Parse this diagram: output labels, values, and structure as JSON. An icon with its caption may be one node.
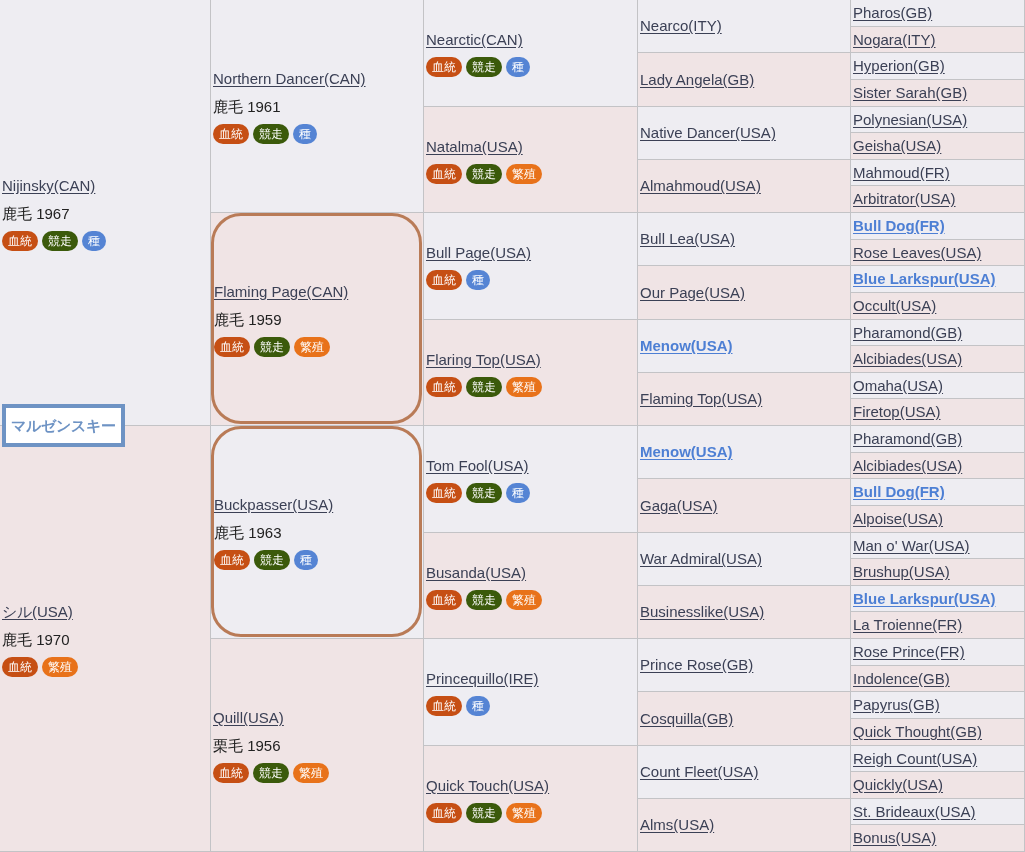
{
  "diagram": {
    "nodes": [
      {
        "text": [
          "マルゼンスキー"
        ]
      },
      {
        "text": [
          "Nijinsky(CAN)",
          "鹿毛 1967"
        ]
      },
      {
        "text": [
          "血統"
        ],
        "in": 1
      },
      {
        "text": [
          "競走"
        ],
        "in": 1
      },
      {
        "text": [
          "種"
        ],
        "in": 1
      },
      {
        "text": [
          "Northern Dancer(CAN)",
          "鹿毛 1961"
        ]
      },
      {
        "text": [
          "血統"
        ],
        "in": 5
      },
      {
        "text": [
          "競走"
        ],
        "in": 5
      },
      {
        "text": [
          "種"
        ],
        "in": 5
      },
      {
        "text": [
          "Nearctic(CAN)"
        ]
      },
      {
        "text": [
          "血統"
        ],
        "in": 9
      },
      {
        "text": [
          "競走"
        ],
        "in": 9
      },
      {
        "text": [
          "種"
        ],
        "in": 9
      },
      {
        "text": [
          "Nearco(ITY)"
        ]
      },
      {
        "text": [
          "Pharos(GB)"
        ]
      },
      {
        "text": [
          "Nogara(ITY)"
        ]
      },
      {
        "text": [
          "Lady Angela(GB)"
        ]
      },
      {
        "text": [
          "Hyperion(GB)"
        ]
      },
      {
        "text": [
          "Sister Sarah(GB)"
        ]
      },
      {
        "text": [
          "Natalma(USA)"
        ]
      },
      {
        "text": [
          "血統"
        ],
        "in": 19
      },
      {
        "text": [
          "競走"
        ],
        "in": 19
      },
      {
        "text": [
          "繁殖"
        ],
        "in": 19
      },
      {
        "text": [
          "Native Dancer(USA)"
        ]
      },
      {
        "text": [
          "Polynesian(USA)"
        ]
      },
      {
        "text": [
          "Geisha(USA)"
        ]
      },
      {
        "text": [
          "Almahmoud(USA)"
        ]
      },
      {
        "text": [
          "Mahmoud(FR)"
        ]
      },
      {
        "text": [
          "Arbitrator(USA)"
        ]
      },
      {
        "text": [],
        "shape": "box"
      },
      {
        "text": [
          "Flaming Page(CAN)",
          "鹿毛 1959"
        ],
        "in": 29
      },
      {
        "text": [
          "血統"
        ],
        "in": 30
      },
      {
        "text": [
          "競走"
        ],
        "in": 30
      },
      {
        "text": [
          "繁殖"
        ],
        "in": 30
      },
      {
        "text": [
          "Bull Page(USA)"
        ]
      },
      {
        "text": [
          "血統"
        ],
        "in": 34
      },
      {
        "text": [
          "種"
        ],
        "in": 34
      },
      {
        "text": [
          "Bull Lea(USA)"
        ]
      },
      {
        "text": [
          "Bull Dog(FR)"
        ]
      },
      {
        "text": [
          "Rose Leaves(USA)"
        ]
      },
      {
        "text": [
          "Our Page(USA)"
        ]
      },
      {
        "text": [
          "Blue Larkspur(USA)"
        ]
      },
      {
        "text": [
          "Occult(USA)"
        ]
      },
      {
        "text": [
          "Flaring Top(USA)"
        ]
      },
      {
        "text": [
          "血統"
        ],
        "in": 43
      },
      {
        "text": [
          "競走"
        ],
        "in": 43
      },
      {
        "text": [
          "繁殖"
        ],
        "in": 43
      },
      {
        "text": [
          "Menow(USA)"
        ]
      },
      {
        "text": [
          "Pharamond(GB)"
        ]
      },
      {
        "text": [
          "Alcibiades(USA)"
        ]
      },
      {
        "text": [
          "Flaming Top(USA)"
        ]
      },
      {
        "text": [
          "Omaha(USA)"
        ]
      },
      {
        "text": [
          "Firetop(USA)"
        ]
      },
      {
        "text": [
          "シル(USA)",
          "鹿毛 1970"
        ]
      },
      {
        "text": [
          "血統"
        ],
        "in": 53
      },
      {
        "text": [
          "繁殖"
        ],
        "in": 53
      },
      {
        "text": [],
        "shape": "box"
      },
      {
        "text": [
          "Buckpasser(USA)",
          "鹿毛 1963"
        ],
        "in": 56
      },
      {
        "text": [
          "血統"
        ],
        "in": 57
      },
      {
        "text": [
          "競走"
        ],
        "in": 57
      },
      {
        "text": [
          "種"
        ],
        "in": 57
      },
      {
        "text": [
          "Tom Fool(USA)"
        ]
      },
      {
        "text": [
          "血統"
        ],
        "in": 61
      },
      {
        "text": [
          "競走"
        ],
        "in": 61
      },
      {
        "text": [
          "種"
        ],
        "in": 61
      },
      {
        "text": [
          "Menow(USA)"
        ]
      },
      {
        "text": [
          "Pharamond(GB)"
        ]
      },
      {
        "text": [
          "Alcibiades(USA)"
        ]
      },
      {
        "text": [
          "Gaga(USA)"
        ]
      },
      {
        "text": [
          "Bull Dog(FR)"
        ]
      },
      {
        "text": [
          "Alpoise(USA)"
        ]
      },
      {
        "text": [
          "Busanda(USA)"
        ]
      },
      {
        "text": [
          "血統"
        ],
        "in": 71
      },
      {
        "text": [
          "競走"
        ],
        "in": 71
      },
      {
        "text": [
          "繁殖"
        ],
        "in": 71
      },
      {
        "text": [
          "War Admiral(USA)"
        ]
      },
      {
        "text": [
          "Man o' War(USA)"
        ]
      },
      {
        "text": [
          "Brushup(USA)"
        ]
      },
      {
        "text": [
          "Businesslike(USA)"
        ]
      },
      {
        "text": [
          "Blue Larkspur(USA)"
        ]
      },
      {
        "text": [
          "La Troienne(FR)"
        ]
      },
      {
        "text": [
          "Quill(USA)",
          "栗毛 1956"
        ]
      },
      {
        "text": [
          "血統"
        ],
        "in": 81
      },
      {
        "text": [
          "競走"
        ],
        "in": 81
      },
      {
        "text": [
          "繁殖"
        ],
        "in": 81
      },
      {
        "text": [
          "Princequillo(IRE)"
        ]
      },
      {
        "text": [
          "血統"
        ],
        "in": 85
      },
      {
        "text": [
          "種"
        ],
        "in": 85
      },
      {
        "text": [
          "Prince Rose(GB)"
        ]
      },
      {
        "text": [
          "Rose Prince(FR)"
        ]
      },
      {
        "text": [
          "Indolence(GB)"
        ]
      },
      {
        "text": [
          "Cosquilla(GB)"
        ]
      },
      {
        "text": [
          "Papyrus(GB)"
        ]
      },
      {
        "text": [
          "Quick Thought(GB)"
        ]
      },
      {
        "text": [
          "Quick Touch(USA)"
        ]
      },
      {
        "text": [
          "血統"
        ],
        "in": 94
      },
      {
        "text": [
          "競走"
        ],
        "in": 94
      },
      {
        "text": [
          "繁殖"
        ],
        "in": 94
      },
      {
        "text": [
          "Count Fleet(USA)"
        ]
      },
      {
        "text": [
          "Reigh Count(USA)"
        ]
      },
      {
        "text": [
          "Quickly(USA)"
        ]
      },
      {
        "text": [
          "Alms(USA)"
        ]
      },
      {
        "text": [
          "St. Brideaux(USA)"
        ]
      },
      {
        "text": [
          "Bonus(USA)"
        ]
      }
    ]
  }
}
